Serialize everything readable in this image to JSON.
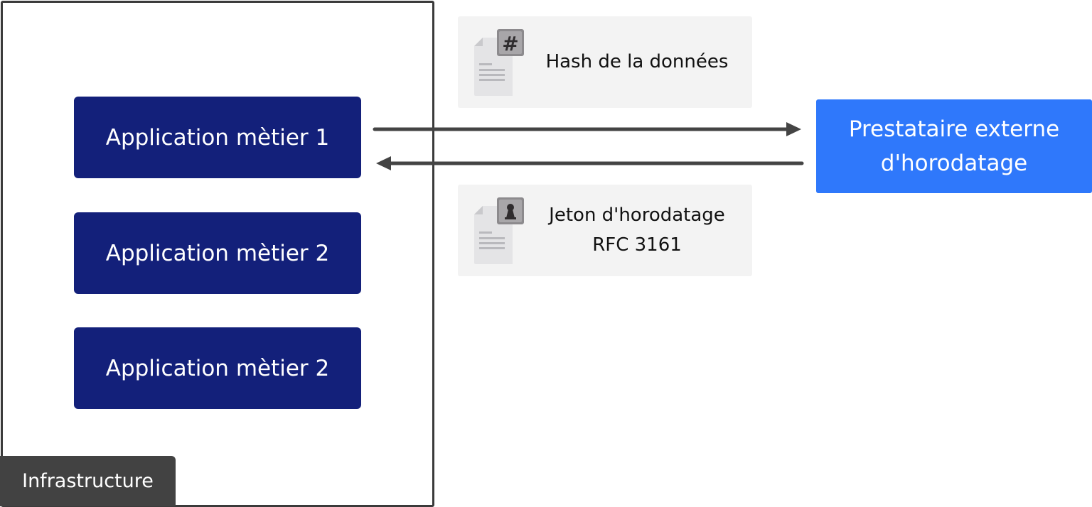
{
  "infrastructure": {
    "label": "Infrastructure"
  },
  "applications": [
    {
      "label": "Application mètier 1"
    },
    {
      "label": "Application mètier 2"
    },
    {
      "label": "Application mètier 2"
    }
  ],
  "messages": {
    "request": {
      "label": "Hash de la données",
      "icon": "document-hash-icon",
      "symbol": "#"
    },
    "response": {
      "line1": "Jeton d'horodatage",
      "line2": "RFC 3161",
      "icon": "document-keyhole-icon"
    }
  },
  "provider": {
    "line1": "Prestataire externe",
    "line2": "d'horodatage"
  },
  "colors": {
    "application": "#13207a",
    "provider": "#2f78fb",
    "infrastructure_label": "#424242",
    "card": "#f3f3f3",
    "arrow": "#444444"
  }
}
